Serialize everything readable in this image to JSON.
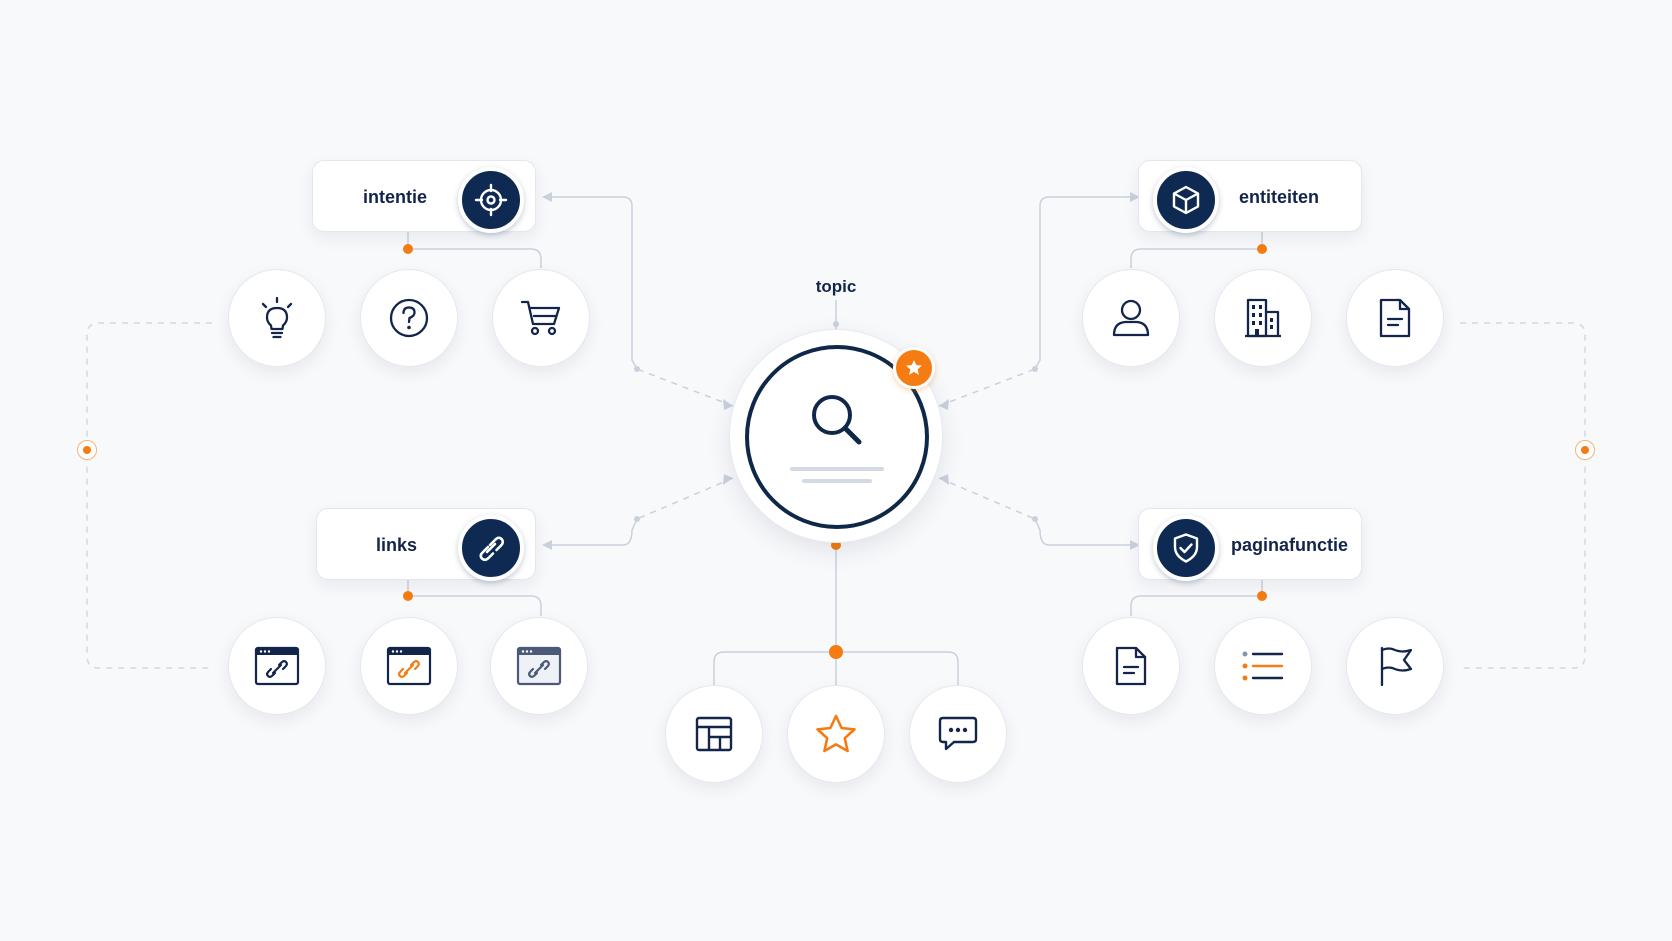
{
  "hub": {
    "title": "topic",
    "icon": "search-icon",
    "badge_icon": "star-icon"
  },
  "categories": [
    {
      "key": "intentie",
      "label": "intentie",
      "icon": "target-icon",
      "children": [
        "lightbulb-icon",
        "question-circle-icon",
        "shopping-cart-icon"
      ]
    },
    {
      "key": "entiteiten",
      "label": "entiteiten",
      "icon": "cube-icon",
      "children": [
        "user-icon",
        "building-icon",
        "document-icon"
      ]
    },
    {
      "key": "links",
      "label": "links",
      "icon": "link-icon",
      "children": [
        "browser-link-icon",
        "browser-link-icon",
        "browser-link-icon"
      ]
    },
    {
      "key": "paginafunctie",
      "label": "paginafunctie",
      "icon": "shield-check-icon",
      "children": [
        "document-icon",
        "list-icon",
        "flag-icon"
      ]
    }
  ],
  "bottom_children": [
    "layout-icon",
    "star-icon",
    "chat-bubble-icon"
  ],
  "colors": {
    "navy": "#0f2a52",
    "accent": "#f47c12",
    "connector": "#c9d1dd",
    "background": "#f8f9fb"
  }
}
